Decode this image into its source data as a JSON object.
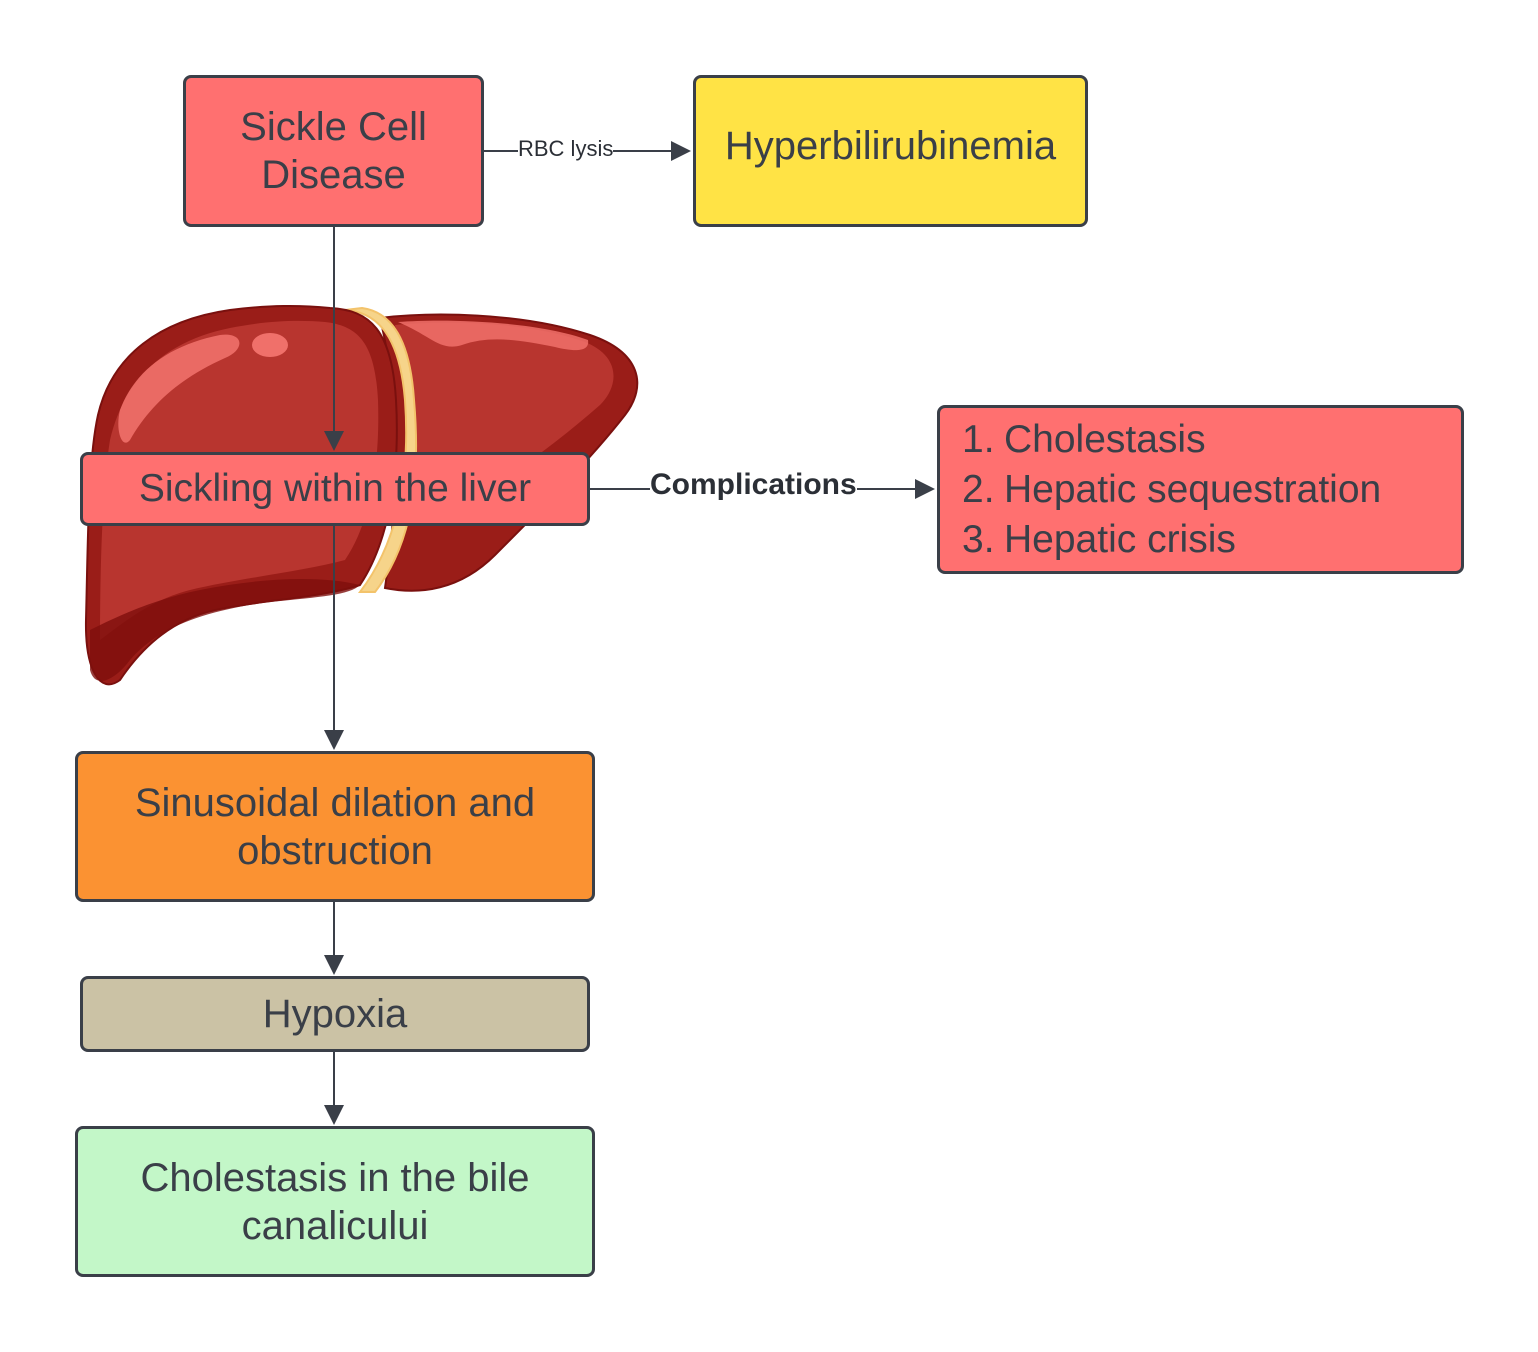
{
  "diagram": {
    "nodes": {
      "sickle_cell": {
        "lines": [
          "Sickle Cell",
          "Disease"
        ],
        "color": "#ff7070"
      },
      "hyperbilirubinemia": {
        "lines": [
          "Hyperbilirubinemia"
        ],
        "color": "#ffe345"
      },
      "sickling_liver": {
        "lines": [
          "Sickling within the liver"
        ],
        "color": "#ff7070"
      },
      "complications_list": {
        "color": "#ff7070",
        "items": [
          {
            "num": "1.",
            "text": "Cholestasis"
          },
          {
            "num": "2.",
            "text": "Hepatic sequestration"
          },
          {
            "num": "3.",
            "text": "Hepatic crisis"
          }
        ]
      },
      "sinusoidal": {
        "lines": [
          "Sinusoidal dilation and",
          "obstruction"
        ],
        "color": "#fb9232"
      },
      "hypoxia": {
        "lines": [
          "Hypoxia"
        ],
        "color": "#cbc2a5"
      },
      "cholestasis_bile": {
        "lines": [
          "Cholestasis in the bile",
          "canalicului"
        ],
        "color": "#c3f7c8"
      }
    },
    "edges": {
      "rbc_lysis": "RBC lysis",
      "complications": "Complications"
    },
    "illustration": "liver-illustration"
  }
}
